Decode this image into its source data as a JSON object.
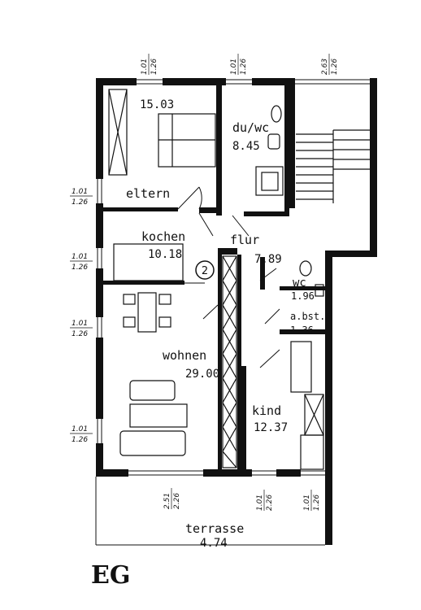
{
  "floor_label": "EG",
  "apartment_number": "2",
  "rooms": {
    "eltern": {
      "name": "eltern",
      "area": "15.03"
    },
    "duwc": {
      "name": "du/wc",
      "area": "8.45"
    },
    "kochen": {
      "name": "kochen",
      "area": "10.18"
    },
    "flur": {
      "name": "flur",
      "area": "7.89"
    },
    "wc": {
      "name": "wc",
      "area": "1.96"
    },
    "abst": {
      "name": "a.bst.",
      "area": "1.36"
    },
    "wohnen": {
      "name": "wohnen",
      "area": "29.00"
    },
    "kind": {
      "name": "kind",
      "area": "12.37"
    },
    "terrasse": {
      "name": "terrasse",
      "area": "4.74"
    }
  },
  "window_dims": {
    "top_1": {
      "a": "1.01",
      "b": "1.26"
    },
    "top_2": {
      "a": "1.01",
      "b": "1.26"
    },
    "top_3": {
      "a": "2.63",
      "b": "1.26"
    },
    "left_1": {
      "a": "1.01",
      "b": "1.26"
    },
    "left_2": {
      "a": "1.01",
      "b": "1.26"
    },
    "left_3": {
      "a": "1.01",
      "b": "1.26"
    },
    "left_4": {
      "a": "1.01",
      "b": "1.26"
    },
    "bottom_1": {
      "a": "2.51",
      "b": "2.26"
    },
    "bottom_2": {
      "a": "1.01",
      "b": "2.26"
    },
    "bottom_3": {
      "a": "1.01",
      "b": "1.26"
    }
  }
}
